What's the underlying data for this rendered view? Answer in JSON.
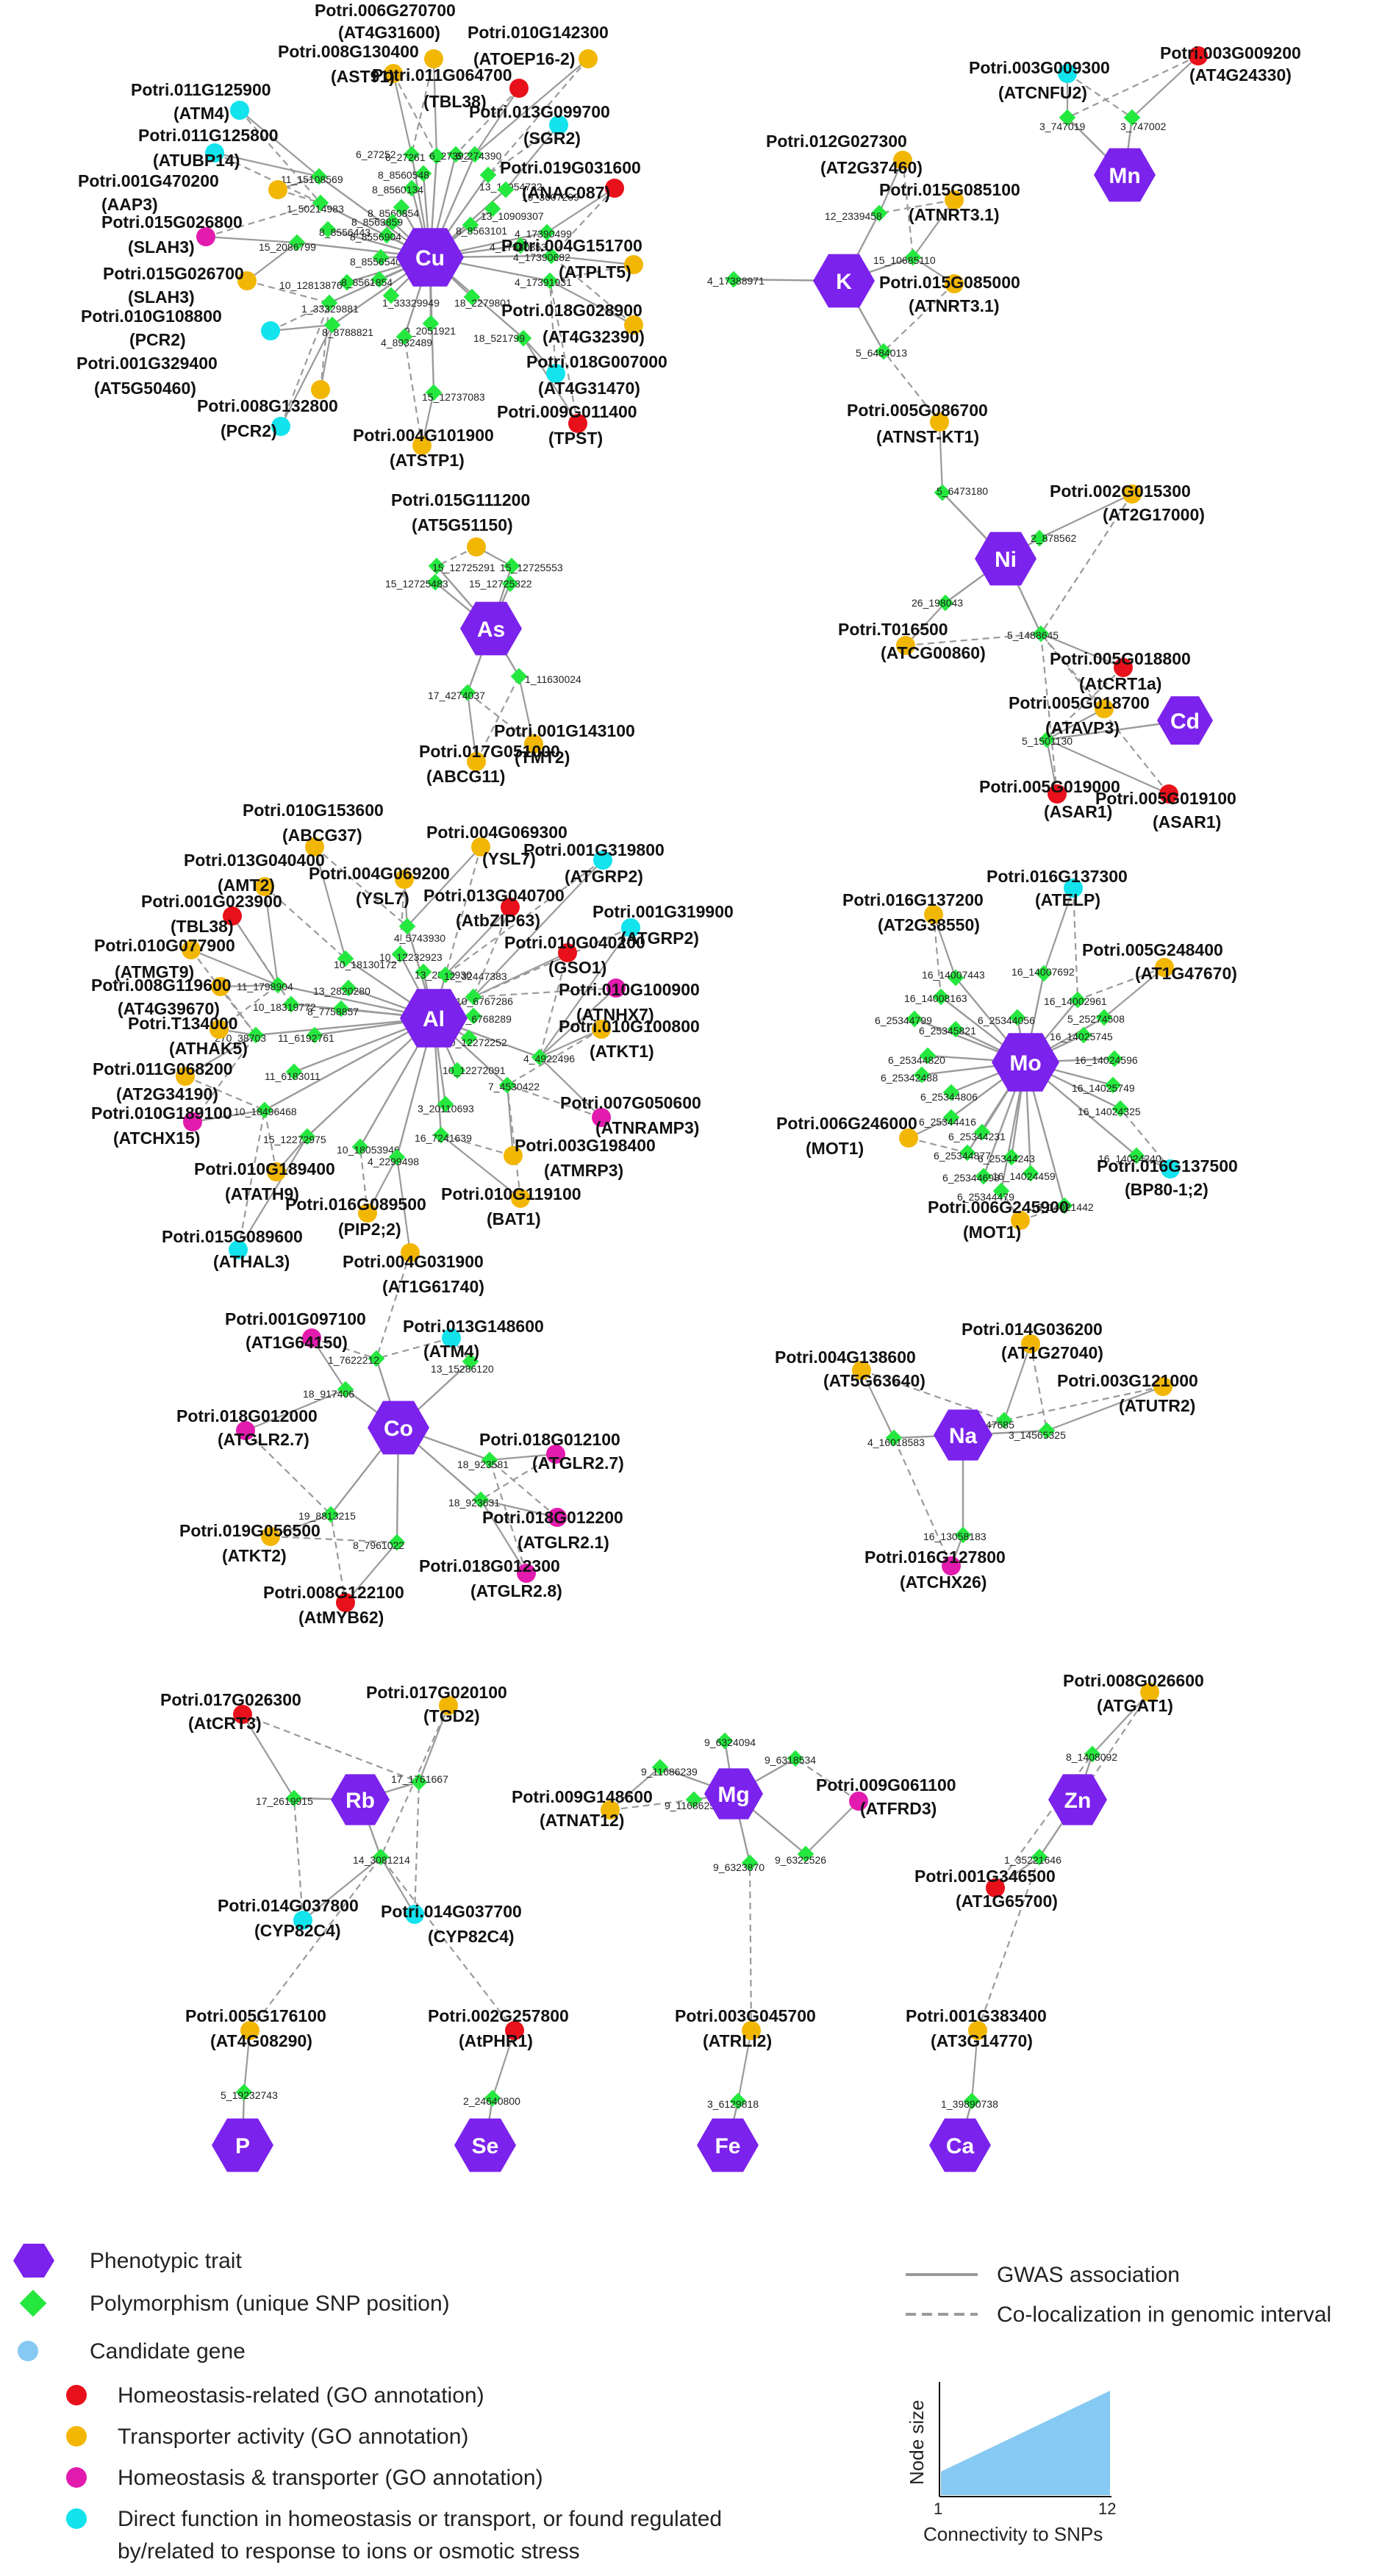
{
  "colors": {
    "trait": "#7B22EC",
    "snp": "#25E83F",
    "candidate": "#86C9F2",
    "homeostasis": "#E8101A",
    "transporter": "#F2B705",
    "both": "#E21BAE",
    "direct": "#12E3EC",
    "edge": "#9A9A9A"
  },
  "traits": [
    {
      "id": "Cu",
      "label": "Cu"
    },
    {
      "id": "K",
      "label": "K"
    },
    {
      "id": "Mn",
      "label": "Mn"
    },
    {
      "id": "Ni",
      "label": "Ni"
    },
    {
      "id": "Cd",
      "label": "Cd"
    },
    {
      "id": "As",
      "label": "As"
    },
    {
      "id": "Al",
      "label": "Al"
    },
    {
      "id": "Mo",
      "label": "Mo"
    },
    {
      "id": "Co",
      "label": "Co"
    },
    {
      "id": "Na",
      "label": "Na"
    },
    {
      "id": "Rb",
      "label": "Rb"
    },
    {
      "id": "Mg",
      "label": "Mg"
    },
    {
      "id": "Zn",
      "label": "Zn"
    },
    {
      "id": "P",
      "label": "P"
    },
    {
      "id": "Se",
      "label": "Se"
    },
    {
      "id": "Fe",
      "label": "Fe"
    },
    {
      "id": "Ca",
      "label": "Ca"
    }
  ],
  "genes": [
    {
      "name": "Potri.006G270700",
      "alias": "(AT4G31600)",
      "category": "transporter"
    },
    {
      "name": "Potri.010G142300",
      "alias": "(ATOEP16-2)",
      "category": "transporter"
    },
    {
      "name": "Potri.008G130400",
      "alias": "(AST91)",
      "category": "transporter"
    },
    {
      "name": "Potri.011G064700",
      "alias": "(TBL38)",
      "category": "homeostasis"
    },
    {
      "name": "Potri.011G125900",
      "alias": "(ATM4)",
      "category": "direct"
    },
    {
      "name": "Potri.013G099700",
      "alias": "(SGR2)",
      "category": "direct"
    },
    {
      "name": "Potri.011G125800",
      "alias": "(ATUBP14)",
      "category": "direct"
    },
    {
      "name": "Potri.001G470200",
      "alias": "(AAP3)",
      "category": "transporter"
    },
    {
      "name": "Potri.019G031600",
      "alias": "(ANAC087)",
      "category": "homeostasis"
    },
    {
      "name": "Potri.015G026800",
      "alias": "(SLAH3)",
      "category": "both"
    },
    {
      "name": "Potri.004G151700",
      "alias": "(ATPLT5)",
      "category": "transporter"
    },
    {
      "name": "Potri.015G026700",
      "alias": "(SLAH3)",
      "category": "transporter"
    },
    {
      "name": "Potri.010G108800",
      "alias": "(PCR2)",
      "category": "direct"
    },
    {
      "name": "Potri.018G028900",
      "alias": "(AT4G32390)",
      "category": "transporter"
    },
    {
      "name": "Potri.001G329400",
      "alias": "(AT5G50460)",
      "category": "transporter"
    },
    {
      "name": "Potri.018G007000",
      "alias": "(AT4G31470)",
      "category": "direct"
    },
    {
      "name": "Potri.008G132800",
      "alias": "(PCR2)",
      "category": "direct"
    },
    {
      "name": "Potri.009G011400",
      "alias": "(TPST)",
      "category": "homeostasis"
    },
    {
      "name": "Potri.004G101900",
      "alias": "(ATSTP1)",
      "category": "transporter"
    },
    {
      "name": "Potri.015G111200",
      "alias": "(AT5G51150)",
      "category": "transporter"
    },
    {
      "name": "Potri.001G143100",
      "alias": "(TMT2)",
      "category": "transporter"
    },
    {
      "name": "Potri.017G051000",
      "alias": "(ABCG11)",
      "category": "transporter"
    },
    {
      "name": "Potri.003G009300",
      "alias": "(ATCNFU2)",
      "category": "direct"
    },
    {
      "name": "Potri.003G009200",
      "alias": "(AT4G24330)",
      "category": "homeostasis"
    },
    {
      "name": "Potri.012G027300",
      "alias": "(AT2G37460)",
      "category": "transporter"
    },
    {
      "name": "Potri.015G085100",
      "alias": "(ATNRT3.1)",
      "category": "transporter"
    },
    {
      "name": "Potri.015G085000",
      "alias": "(ATNRT3.1)",
      "category": "transporter"
    },
    {
      "name": "Potri.005G086700",
      "alias": "(ATNST-KT1)",
      "category": "transporter"
    },
    {
      "name": "Potri.002G015300",
      "alias": "(AT2G17000)",
      "category": "transporter"
    },
    {
      "name": "Potri.T016500",
      "alias": "(ATCG00860)",
      "category": "transporter"
    },
    {
      "name": "Potri.005G018800",
      "alias": "(AtCRT1a)",
      "category": "homeostasis"
    },
    {
      "name": "Potri.005G018700",
      "alias": "(ATAVP3)",
      "category": "transporter"
    },
    {
      "name": "Potri.005G019000",
      "alias": "(ASAR1)",
      "category": "homeostasis"
    },
    {
      "name": "Potri.005G019100",
      "alias": "(ASAR1)",
      "category": "homeostasis"
    },
    {
      "name": "Potri.010G153600",
      "alias": "(ABCG37)",
      "category": "transporter"
    },
    {
      "name": "Potri.004G069300",
      "alias": "(YSL7)",
      "category": "transporter"
    },
    {
      "name": "Potri.013G040400",
      "alias": "(AMT2)",
      "category": "transporter"
    },
    {
      "name": "Potri.004G069200",
      "alias": "(YSL7)",
      "category": "transporter"
    },
    {
      "name": "Potri.001G319800",
      "alias": "(ATGRP2)",
      "category": "direct"
    },
    {
      "name": "Potri.001G023900",
      "alias": "(TBL38)",
      "category": "homeostasis"
    },
    {
      "name": "Potri.013G040700",
      "alias": "(AtbZIP63)",
      "category": "homeostasis"
    },
    {
      "name": "Potri.001G319900",
      "alias": "(ATGRP2)",
      "category": "direct"
    },
    {
      "name": "Potri.010G077900",
      "alias": "(ATMGT9)",
      "category": "transporter"
    },
    {
      "name": "Potri.010G040200",
      "alias": "(GSO1)",
      "category": "homeostasis"
    },
    {
      "name": "Potri.008G119600",
      "alias": "(AT4G39670)",
      "category": "transporter"
    },
    {
      "name": "Potri.010G100900",
      "alias": "(ATNHX7)",
      "category": "both"
    },
    {
      "name": "Potri.T134000",
      "alias": "(ATHAK5)",
      "category": "transporter"
    },
    {
      "name": "Potri.010G100800",
      "alias": "(ATKT1)",
      "category": "transporter"
    },
    {
      "name": "Potri.011G068200",
      "alias": "(AT2G34190)",
      "category": "transporter"
    },
    {
      "name": "Potri.007G050600",
      "alias": "(ATNRAMP3)",
      "category": "both"
    },
    {
      "name": "Potri.010G189100",
      "alias": "(ATCHX15)",
      "category": "both"
    },
    {
      "name": "Potri.003G198400",
      "alias": "(ATMRP3)",
      "category": "transporter"
    },
    {
      "name": "Potri.010G189400",
      "alias": "(ATATH9)",
      "category": "transporter"
    },
    {
      "name": "Potri.010G119100",
      "alias": "(BAT1)",
      "category": "transporter"
    },
    {
      "name": "Potri.016G089500",
      "alias": "(PIP2;2)",
      "category": "transporter"
    },
    {
      "name": "Potri.015G089600",
      "alias": "(ATHAL3)",
      "category": "direct"
    },
    {
      "name": "Potri.004G031900",
      "alias": "(AT1G61740)",
      "category": "transporter"
    },
    {
      "name": "Potri.016G137300",
      "alias": "(ATELP)",
      "category": "direct"
    },
    {
      "name": "Potri.016G137200",
      "alias": "(AT2G38550)",
      "category": "transporter"
    },
    {
      "name": "Potri.005G248400",
      "alias": "(AT1G47670)",
      "category": "transporter"
    },
    {
      "name": "Potri.006G246000",
      "alias": "(MOT1)",
      "category": "transporter"
    },
    {
      "name": "Potri.016G137500",
      "alias": "(BP80-1;2)",
      "category": "direct"
    },
    {
      "name": "Potri.006G245900",
      "alias": "(MOT1)",
      "category": "transporter"
    },
    {
      "name": "Potri.001G097100",
      "alias": "(AT1G64150)",
      "category": "both"
    },
    {
      "name": "Potri.013G148600",
      "alias": "(ATM4)",
      "category": "direct"
    },
    {
      "name": "Potri.018G012000",
      "alias": "(ATGLR2.7)",
      "category": "both"
    },
    {
      "name": "Potri.018G012100",
      "alias": "(ATGLR2.7)",
      "category": "both"
    },
    {
      "name": "Potri.018G012200",
      "alias": "(ATGLR2.1)",
      "category": "both"
    },
    {
      "name": "Potri.019G056500",
      "alias": "(ATKT2)",
      "category": "transporter"
    },
    {
      "name": "Potri.018G012300",
      "alias": "(ATGLR2.8)",
      "category": "both"
    },
    {
      "name": "Potri.008G122100",
      "alias": "(AtMYB62)",
      "category": "homeostasis"
    },
    {
      "name": "Potri.014G036200",
      "alias": "(AT1G27040)",
      "category": "transporter"
    },
    {
      "name": "Potri.004G138600",
      "alias": "(AT5G63640)",
      "category": "transporter"
    },
    {
      "name": "Potri.003G121000",
      "alias": "(ATUTR2)",
      "category": "transporter"
    },
    {
      "name": "Potri.016G127800",
      "alias": "(ATCHX26)",
      "category": "both"
    },
    {
      "name": "Potri.017G026300",
      "alias": "(AtCRT3)",
      "category": "homeostasis"
    },
    {
      "name": "Potri.017G020100",
      "alias": "(TGD2)",
      "category": "transporter"
    },
    {
      "name": "Potri.014G037800",
      "alias": "(CYP82C4)",
      "category": "direct"
    },
    {
      "name": "Potri.014G037700",
      "alias": "(CYP82C4)",
      "category": "direct"
    },
    {
      "name": "Potri.009G148600",
      "alias": "(ATNAT12)",
      "category": "transporter"
    },
    {
      "name": "Potri.009G061100",
      "alias": "(ATFRD3)",
      "category": "both"
    },
    {
      "name": "Potri.008G026600",
      "alias": "(ATGAT1)",
      "category": "transporter"
    },
    {
      "name": "Potri.001G346500",
      "alias": "(AT1G65700)",
      "category": "homeostasis"
    },
    {
      "name": "Potri.005G176100",
      "alias": "(AT4G08290)",
      "category": "transporter"
    },
    {
      "name": "Potri.002G257800",
      "alias": "(AtPHR1)",
      "category": "homeostasis"
    },
    {
      "name": "Potri.003G045700",
      "alias": "(ATRLI2)",
      "category": "transporter"
    },
    {
      "name": "Potri.001G383400",
      "alias": "(AT3G14770)",
      "category": "transporter"
    }
  ],
  "snps": [
    "6_27252",
    "6_27261",
    "6_273922",
    "6_274390",
    "8_8560548",
    "13_10954732",
    "8_8560134",
    "19_3607209",
    "11_15108569",
    "8_8560854",
    "8_8563859",
    "13_10909307",
    "1_50214983",
    "8_8563101",
    "8_8556443",
    "4_17390499",
    "15_2086799",
    "8_8556904",
    "4_17380353",
    "4_17390682",
    "8_8556540",
    "4_17391931",
    "10_12813876",
    "8_8561854",
    "18_2279801",
    "1_33329881",
    "1_33329949",
    "9_2051921",
    "8_8788821",
    "4_8932489",
    "18_521799",
    "15_12737083",
    "4_17388971",
    "12_2339458",
    "15_10685110",
    "5_6484013",
    "3_747019",
    "3_747002",
    "5_6473180",
    "2_878562",
    "26_198043",
    "5_1488645",
    "5_1501130",
    "15_12725291",
    "15_12725553",
    "15_12725483",
    "15_12725322",
    "1_11630024",
    "17_4274037",
    "4_5743930",
    "10_18130172",
    "13_2820280",
    "10_12232923",
    "13_2849930",
    "12_32447383",
    "11_1798904",
    "10_18319772",
    "8_7758857",
    "10_6767286",
    "10_6768289",
    "270_38703",
    "11_6192761",
    "10_12272252",
    "4_4922496",
    "11_6183011",
    "10_12272091",
    "7_4530422",
    "10_18496468",
    "3_20110693",
    "15_12272975",
    "16_7241639",
    "10_18053946",
    "4_2299498",
    "16_14007443",
    "16_14007692",
    "16_14008163",
    "16_14002961",
    "6_25344799",
    "6_25344056",
    "5_25274508",
    "6_25345821",
    "16_14025745",
    "6_25344820",
    "16_14024596",
    "6_25342488",
    "6_25344806",
    "16_14025749",
    "6_25344416",
    "6_25344231",
    "16_14024325",
    "6_25344877",
    "6_25344243",
    "16_14024240",
    "6_25344698",
    "16_14024459",
    "6_25344479",
    "16_14021442",
    "1_7622212",
    "13_15286120",
    "18_917406",
    "18_923581",
    "19_8813215",
    "18_923631",
    "8_7961022",
    "4_16018583",
    "14_2947685",
    "3_14565325",
    "16_13058183",
    "17_1761667",
    "17_2619915",
    "14_3081214",
    "9_6324094",
    "9_6318534",
    "9_11686239",
    "9_11686255",
    "9_6323870",
    "9_6322526",
    "8_1408092",
    "1_35221646",
    "5_19232743",
    "2_24640800",
    "3_6129818",
    "1_39890738"
  ],
  "legend": {
    "trait": "Phenotypic trait",
    "snp": "Polymorphism (unique SNP position)",
    "candidate": "Candidate gene",
    "homeostasis": "Homeostasis-related (GO annotation)",
    "transporter": "Transporter activity (GO annotation)",
    "both": "Homeostasis & transporter (GO annotation)",
    "direct_line1": "Direct function in homeostasis or transport, or found regulated",
    "direct_line2": "by/related to response to ions or osmotic stress",
    "gwas": "GWAS association",
    "coloc": "Co-localization in genomic interval",
    "node_size_axis": "Node size",
    "connectivity_axis": "Connectivity to SNPs",
    "scale_min": "1",
    "scale_max": "12"
  }
}
